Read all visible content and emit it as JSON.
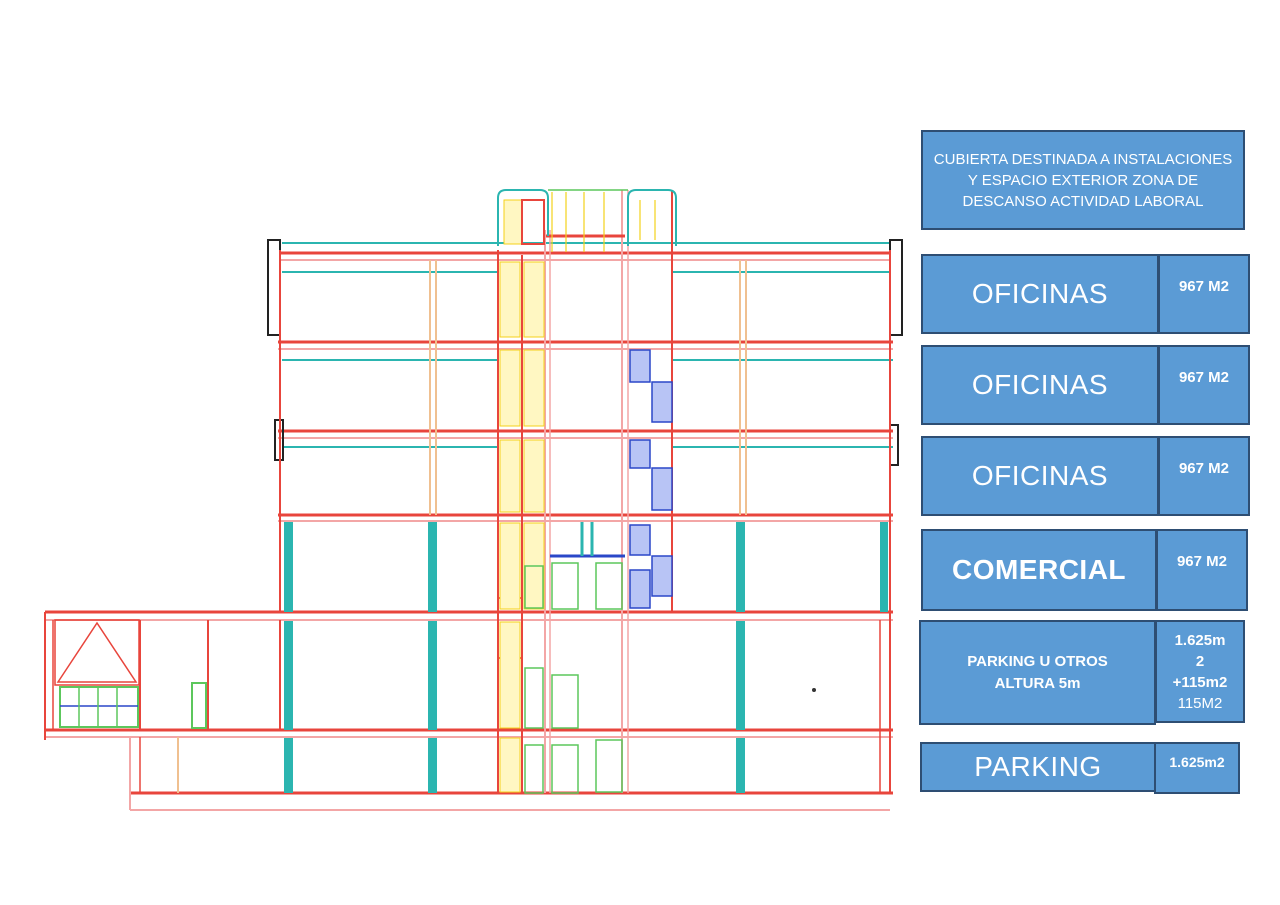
{
  "labels": {
    "roof": "CUBIERTA DESTINADA A INSTALACIONES Y ESPACIO EXTERIOR ZONA DE DESCANSO ACTIVIDAD LABORAL",
    "floors": [
      {
        "use": "OFICINAS",
        "area": "967 M2"
      },
      {
        "use": "OFICINAS",
        "area": "967 M2"
      },
      {
        "use": "OFICINAS",
        "area": "967 M2"
      },
      {
        "use": "COMERCIAL",
        "area": "967 M2"
      }
    ],
    "parking_other": {
      "use": "PARKING U OTROS ALTURA 5m",
      "area_lines": [
        "1.625m",
        "2",
        "+115m2",
        "115M2"
      ]
    },
    "parking": {
      "use": "PARKING",
      "area": "1.625m2"
    }
  },
  "colors": {
    "label_fill": "#5b9bd5",
    "label_border": "#2e4e73",
    "wall_red": "#e8453c",
    "slab_pink": "#f3a6a6",
    "column_teal": "#2bb5b0",
    "stair_blue": "#2a47c8",
    "stair_yellow": "#f4d21a",
    "frame_orange": "#f0c090",
    "window_green": "#5cc75c"
  }
}
